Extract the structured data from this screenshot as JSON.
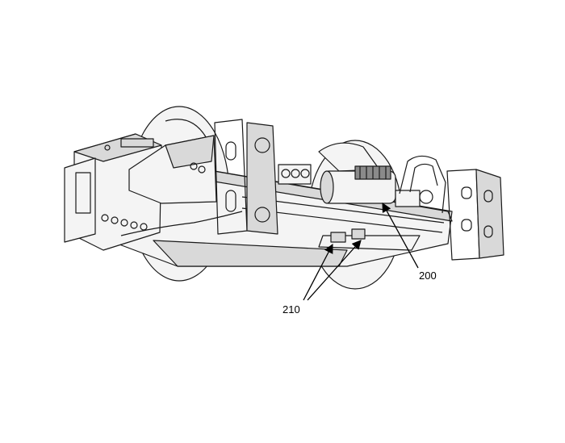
{
  "callouts": [
    {
      "id": "200",
      "label": "200"
    },
    {
      "id": "210",
      "label": "210"
    }
  ],
  "colors": {
    "line": "#1a1a1a",
    "fill": "#f4f4f4",
    "shade": "#d9d9d9"
  }
}
